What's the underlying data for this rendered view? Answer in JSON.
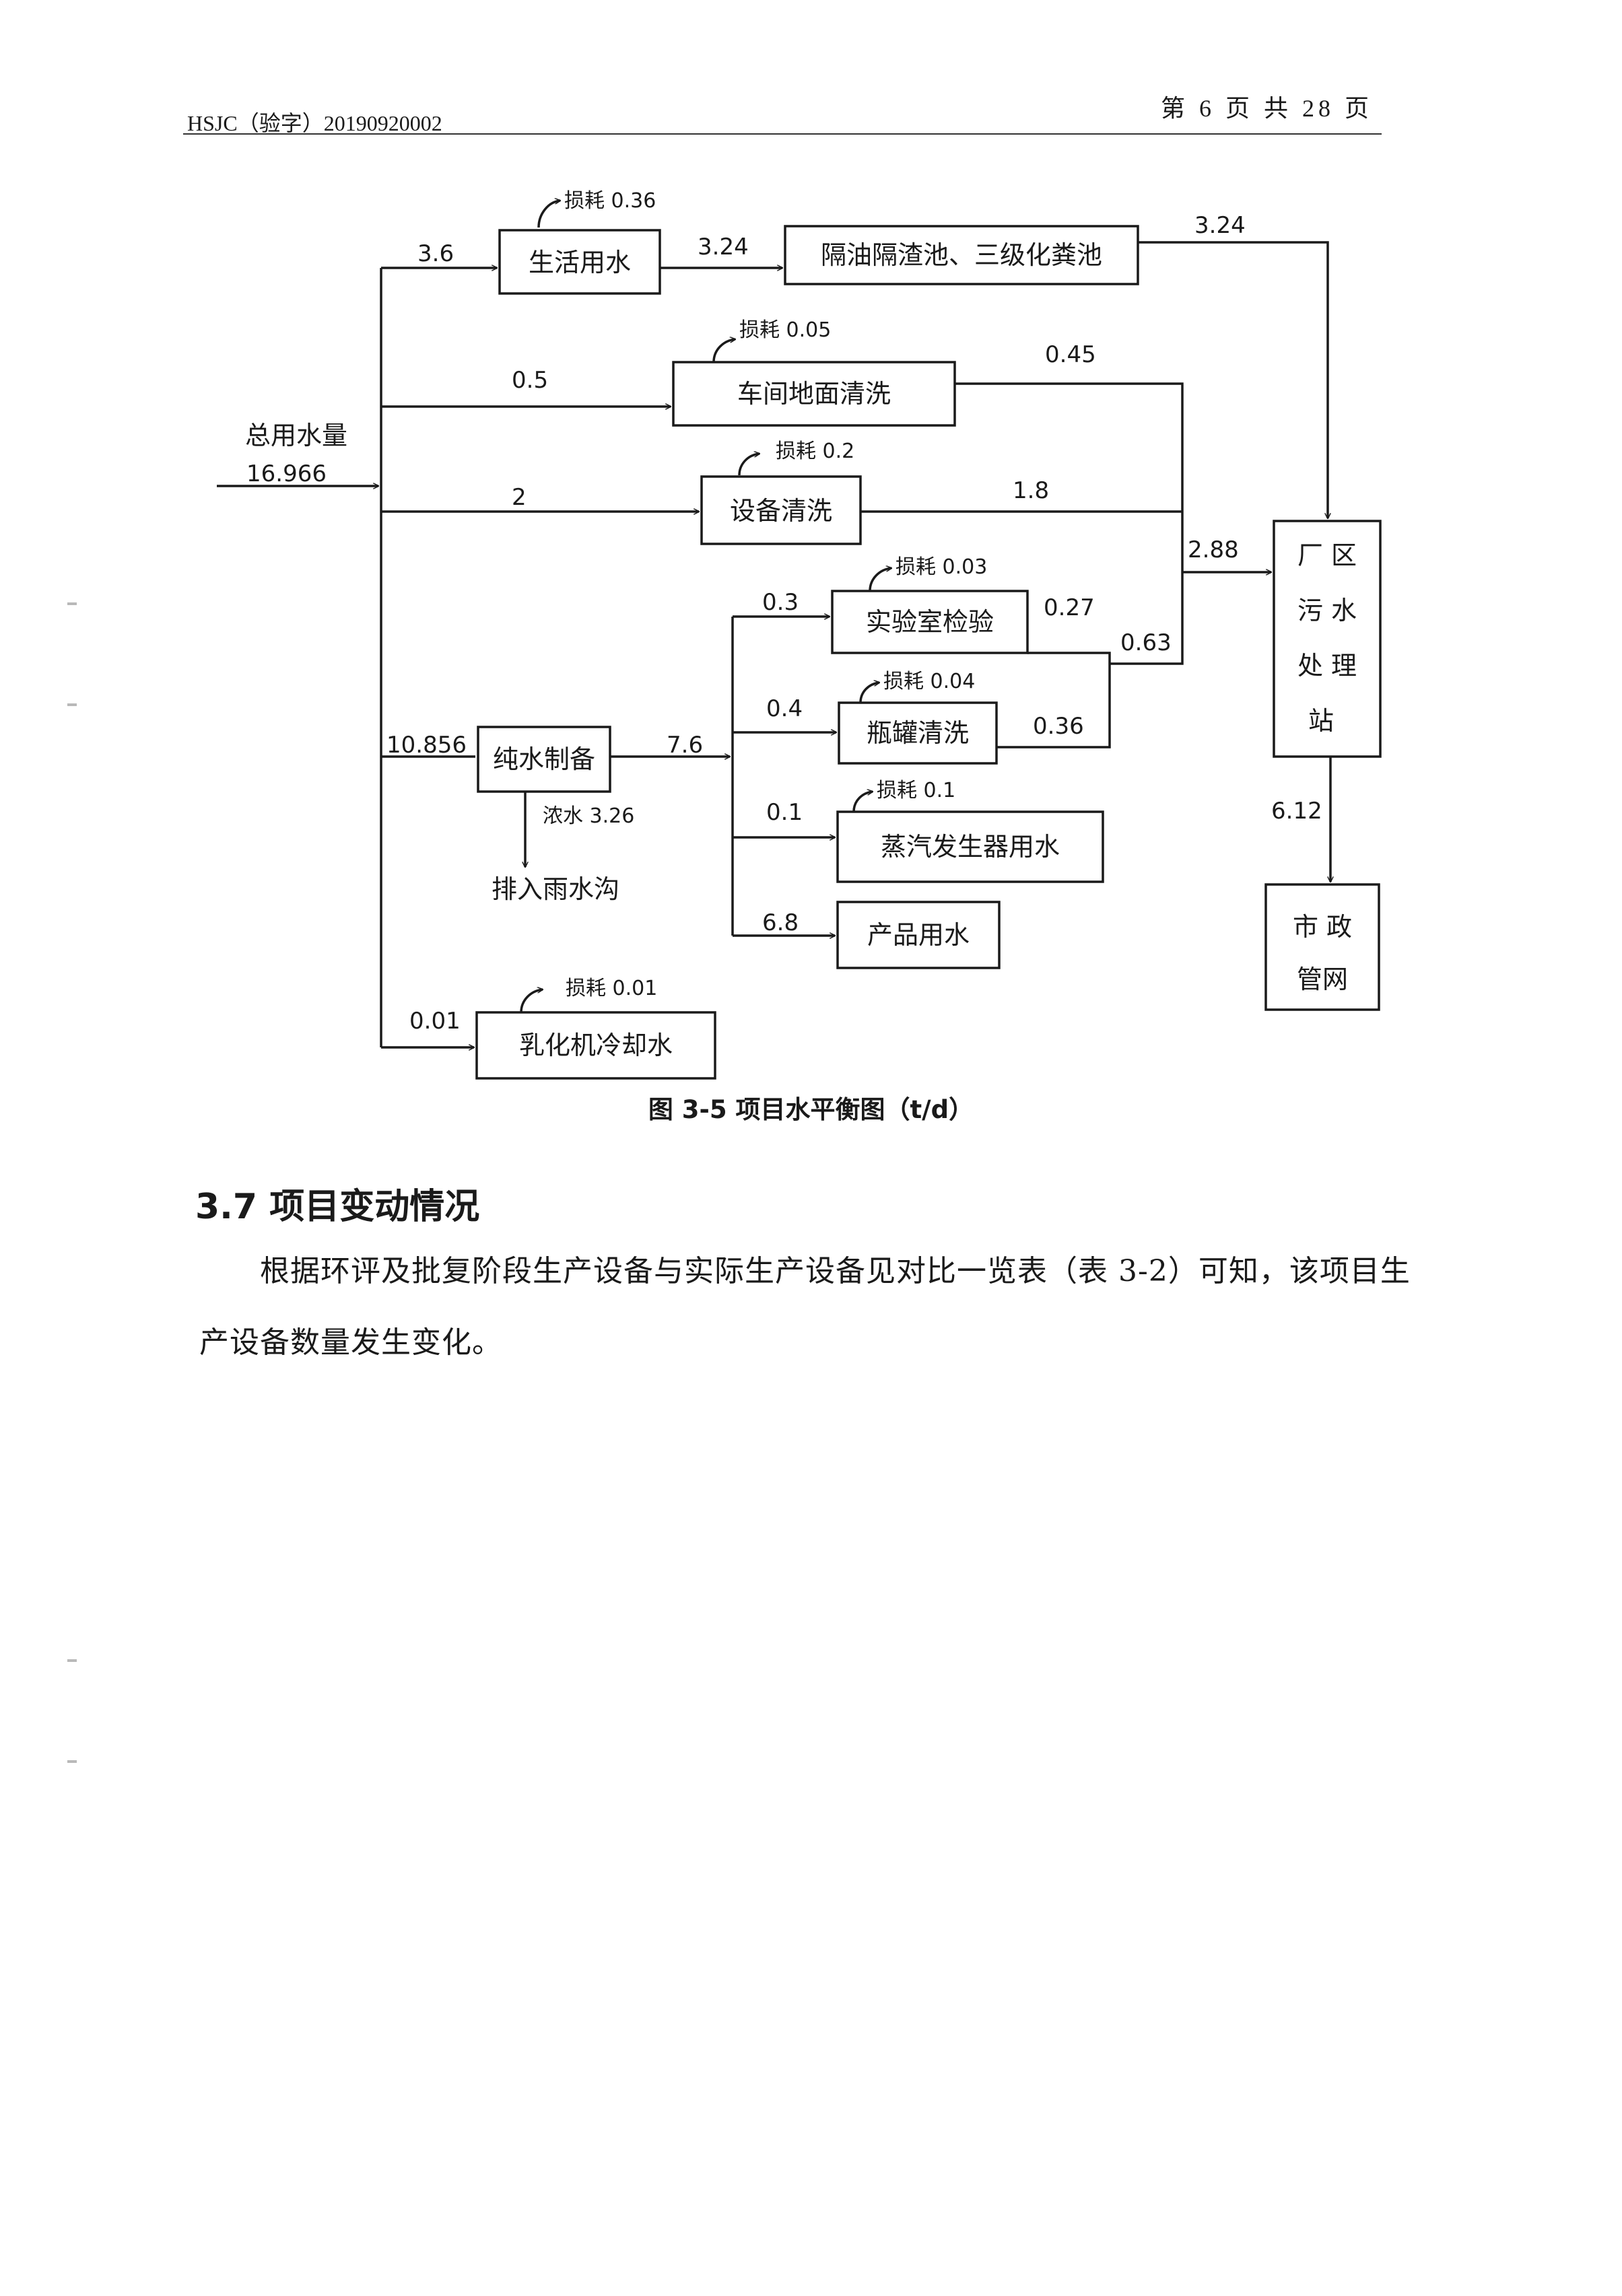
{
  "header": {
    "doc_number": "HSJC（验字）20190920002",
    "page_info": "第 6 页 共 28 页"
  },
  "figure": {
    "caption": "图 3-5 项目水平衡图（t/d）",
    "total": {
      "label": "总用水量",
      "value": "16.966"
    },
    "units": {
      "domestic": "生活用水",
      "septic": "隔油隔渣池、三级化粪池",
      "floor_wash": "车间地面清洗",
      "equip_wash": "设备清洗",
      "lab": "实验室检验",
      "bottle": "瓶罐清洗",
      "steam": "蒸汽发生器用水",
      "product": "产品用水",
      "pure": "纯水制备",
      "emulsifier": "乳化机冷却水",
      "treatment": [
        "厂 区",
        "污 水",
        "处 理",
        "站"
      ],
      "municipal": [
        "市 政",
        "管网"
      ],
      "storm_drain": "排入雨水沟"
    },
    "flows": {
      "to_domestic": "3.6",
      "domestic_out": "3.24",
      "septic_out": "3.24",
      "to_floor": "0.5",
      "floor_out": "0.45",
      "to_equip": "2",
      "equip_out": "1.8",
      "merged": "2.88",
      "to_pure": "10.856",
      "pure_out": "7.6",
      "concentrate": "浓水 3.26",
      "to_lab": "0.3",
      "lab_out": "0.27",
      "to_bottle": "0.4",
      "bottle_out": "0.36",
      "lab_bottle_sum": "0.63",
      "to_steam": "0.1",
      "to_product": "6.8",
      "to_emulsifier": "0.01",
      "treatment_out": "6.12"
    },
    "losses": {
      "domestic": "损耗 0.36",
      "floor": "损耗 0.05",
      "equip": "损耗 0.2",
      "lab": "损耗 0.03",
      "bottle": "损耗 0.04",
      "steam": "损耗 0.1",
      "emulsifier": "损耗 0.01"
    }
  },
  "section": {
    "title": "3.7 项目变动情况",
    "paragraph": "根据环评及批复阶段生产设备与实际生产设备见对比一览表（表 3-2）可知，该项目生产设备数量发生变化。"
  }
}
